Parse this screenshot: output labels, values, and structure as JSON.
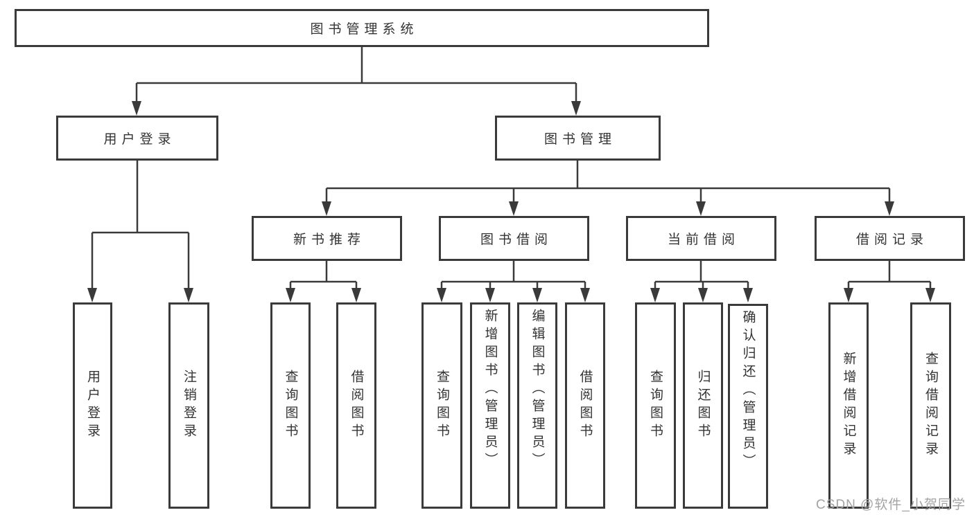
{
  "diagram": {
    "root": "图书管理系统",
    "level2": [
      "用户登录",
      "图书管理"
    ],
    "level3": [
      "新书推荐",
      "图书借阅",
      "当前借阅",
      "借阅记录"
    ],
    "leaves": {
      "user_login": [
        "用户登录",
        "注销登录"
      ],
      "new_book": [
        "查询图书",
        "借阅图书"
      ],
      "book_borrow": [
        "查询图书",
        "新增图书（管理员）",
        "编辑图书（管理员）",
        "借阅图书"
      ],
      "current_borrow": [
        "查询图书",
        "归还图书",
        "确认归还（管理员）"
      ],
      "borrow_records": [
        "新增借阅记录",
        "查询借阅记录"
      ]
    }
  },
  "watermark": "CSDN @软件_小贺同学",
  "colors": {
    "line": "#3a3a3a",
    "box_background": "#ffffff",
    "text": "#333333",
    "watermark": "#a3a3a3"
  }
}
